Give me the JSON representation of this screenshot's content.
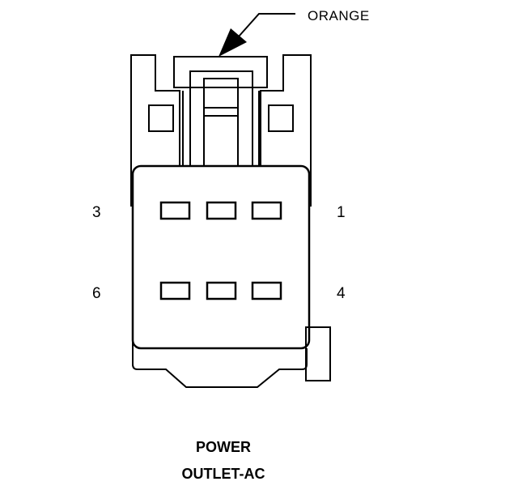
{
  "callout": {
    "label": "ORANGE"
  },
  "pins": {
    "top_left": "3",
    "top_right": "1",
    "bottom_left": "6",
    "bottom_right": "4"
  },
  "caption": {
    "line1": "POWER",
    "line2": "OUTLET-AC"
  },
  "colors": {
    "stroke": "#000000",
    "background": "#ffffff"
  },
  "cavities_per_row": 3,
  "rows": 2
}
